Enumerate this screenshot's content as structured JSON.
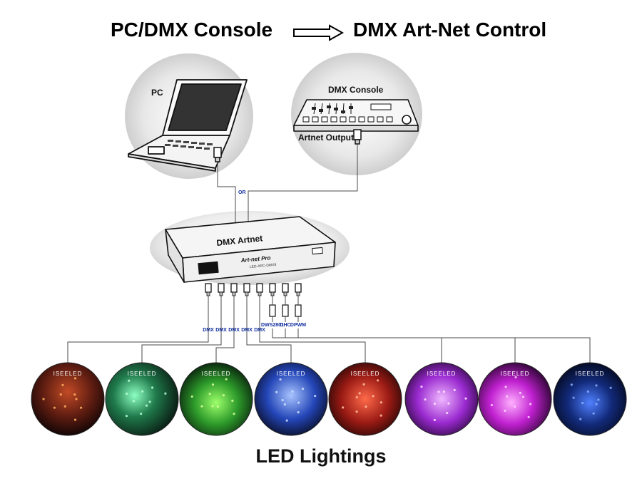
{
  "header": {
    "left_label": "PC/DMX Console",
    "right_label": "DMX Art-Net Control"
  },
  "sources": {
    "pc_label": "PC",
    "console_label": "DMX Console",
    "console_output_label": "Artnet Output",
    "or_label": "OR"
  },
  "device": {
    "top_label": "DMX Artnet",
    "brand_label": "Art-net Pro",
    "model_label": "LED-ARC-DMX8"
  },
  "outputs": [
    {
      "label": "DMX"
    },
    {
      "label": "DMX"
    },
    {
      "label": "DMX"
    },
    {
      "label": "DMX"
    },
    {
      "label": "DMX"
    },
    {
      "label": "DWS2801"
    },
    {
      "label": "DHC"
    },
    {
      "label": "DPWM"
    }
  ],
  "lights": [
    {
      "watermark": "ISEELED"
    },
    {
      "watermark": "ISEELED"
    },
    {
      "watermark": "ISEELED"
    },
    {
      "watermark": "ISEELED"
    },
    {
      "watermark": "ISEELED"
    },
    {
      "watermark": "ISEELED"
    },
    {
      "watermark": "ISEELED"
    },
    {
      "watermark": "ISEELED"
    }
  ],
  "footer": {
    "label": "LED Lightings"
  },
  "colors": {
    "wire": "#4a4a4a",
    "output_label": "#1330a0"
  }
}
